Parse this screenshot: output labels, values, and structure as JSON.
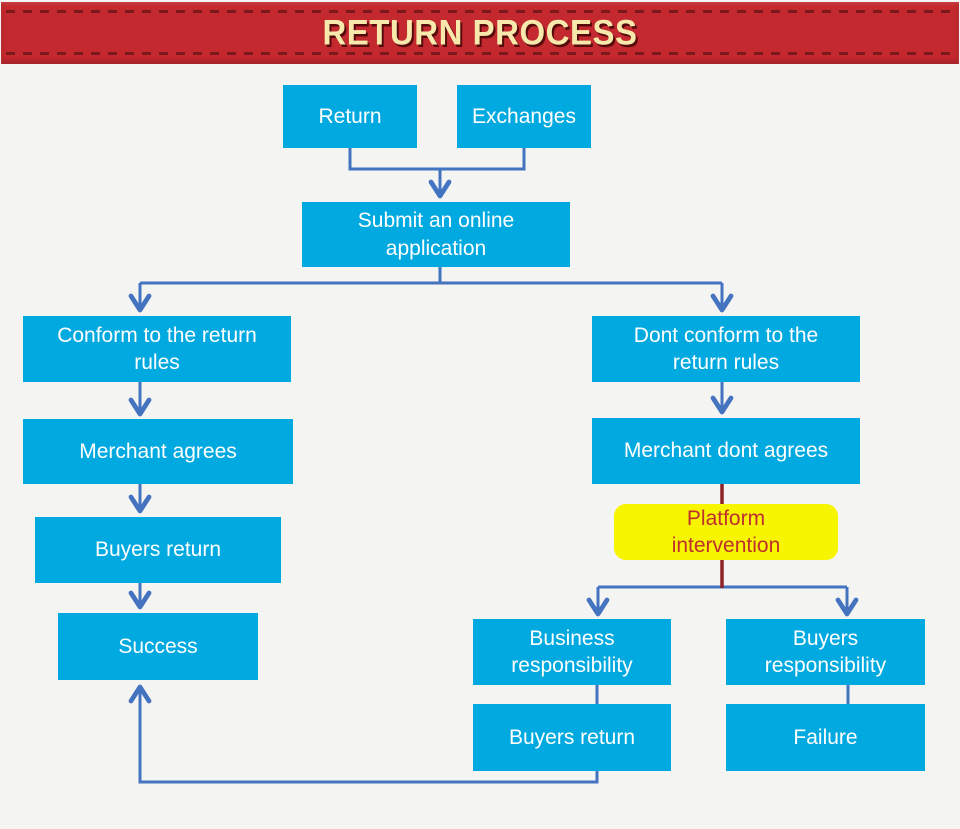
{
  "banner": {
    "title": "RETURN PROCESS",
    "background_color": "#C3292E",
    "stitch_color": "#7C181B",
    "title_color": "#F7E9AC"
  },
  "colors": {
    "page_background": "#F4F4F2",
    "node_fill": "#00A9E0",
    "node_text": "#FFFFFF",
    "connector_blue": "#4473C0",
    "connector_red": "#8E2126",
    "highlight_fill": "#F7F500",
    "highlight_text": "#BE2F2D"
  },
  "nodes": {
    "return": {
      "label": "Return"
    },
    "exchanges": {
      "label": "Exchanges"
    },
    "submit_application": {
      "label": "Submit an online application"
    },
    "conform_rules": {
      "label": "Conform to the return rules"
    },
    "merchant_agrees": {
      "label": "Merchant agrees"
    },
    "buyers_return": {
      "label": "Buyers return"
    },
    "success": {
      "label": "Success"
    },
    "dont_conform_rules": {
      "label": "Dont conform to the return rules"
    },
    "merchant_dont_agrees": {
      "label": "Merchant dont agrees"
    },
    "platform_intervention": {
      "label": "Platform intervention"
    },
    "business_responsibility": {
      "label": "Business responsibility"
    },
    "buyers_return_2": {
      "label": "Buyers return"
    },
    "buyers_responsibility": {
      "label": "Buyers responsibility"
    },
    "failure": {
      "label": "Failure"
    }
  }
}
